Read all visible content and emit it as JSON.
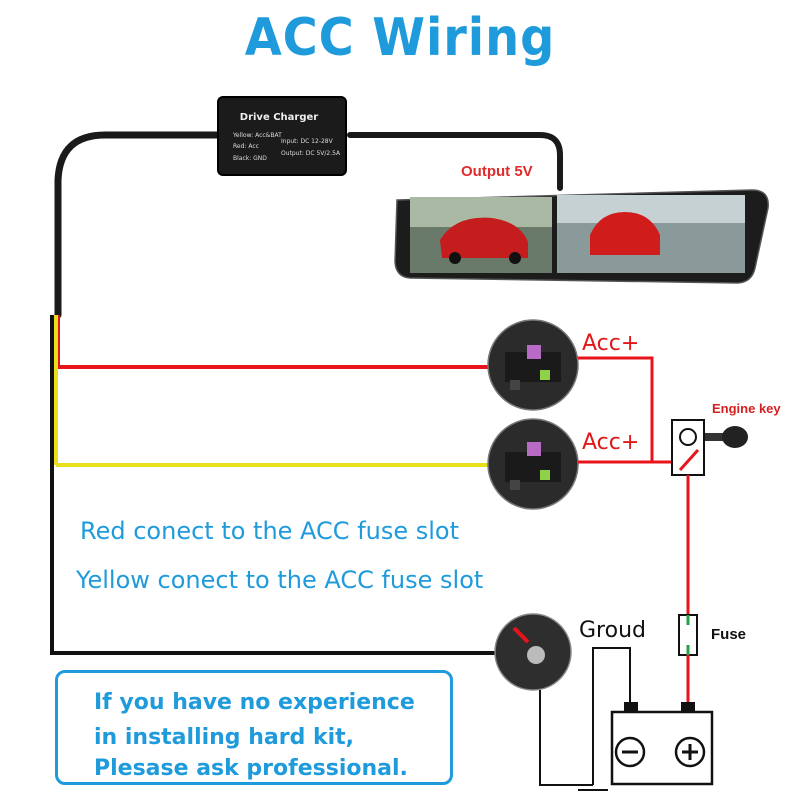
{
  "title": "ACC Wiring",
  "charger": {
    "title": "Drive Charger",
    "yellow": "Yellow: Acc&BAT",
    "red": "Red: Acc",
    "black": "Black: GND",
    "input": "Input: DC 12-28V",
    "output": "Output: DC 5V/2.5A"
  },
  "output_label": "Output 5V",
  "acc_top": "Acc+",
  "acc_bottom": "Acc+",
  "engine_key": "Engine key",
  "note_red": "Red conect to the ACC fuse slot",
  "note_yellow": "Yellow conect to the ACC fuse slot",
  "ground": "Groud",
  "fuse": "Fuse",
  "warning": {
    "line1": "If you have no experience",
    "line2": "in installing hard kit,",
    "line3": "Plesase ask professional."
  },
  "colors": {
    "title": "#1f9bdc",
    "red_wire": "#e8141c",
    "yellow_wire": "#e8e01a",
    "black_wire": "#111111",
    "green_wire": "#27a04a"
  }
}
